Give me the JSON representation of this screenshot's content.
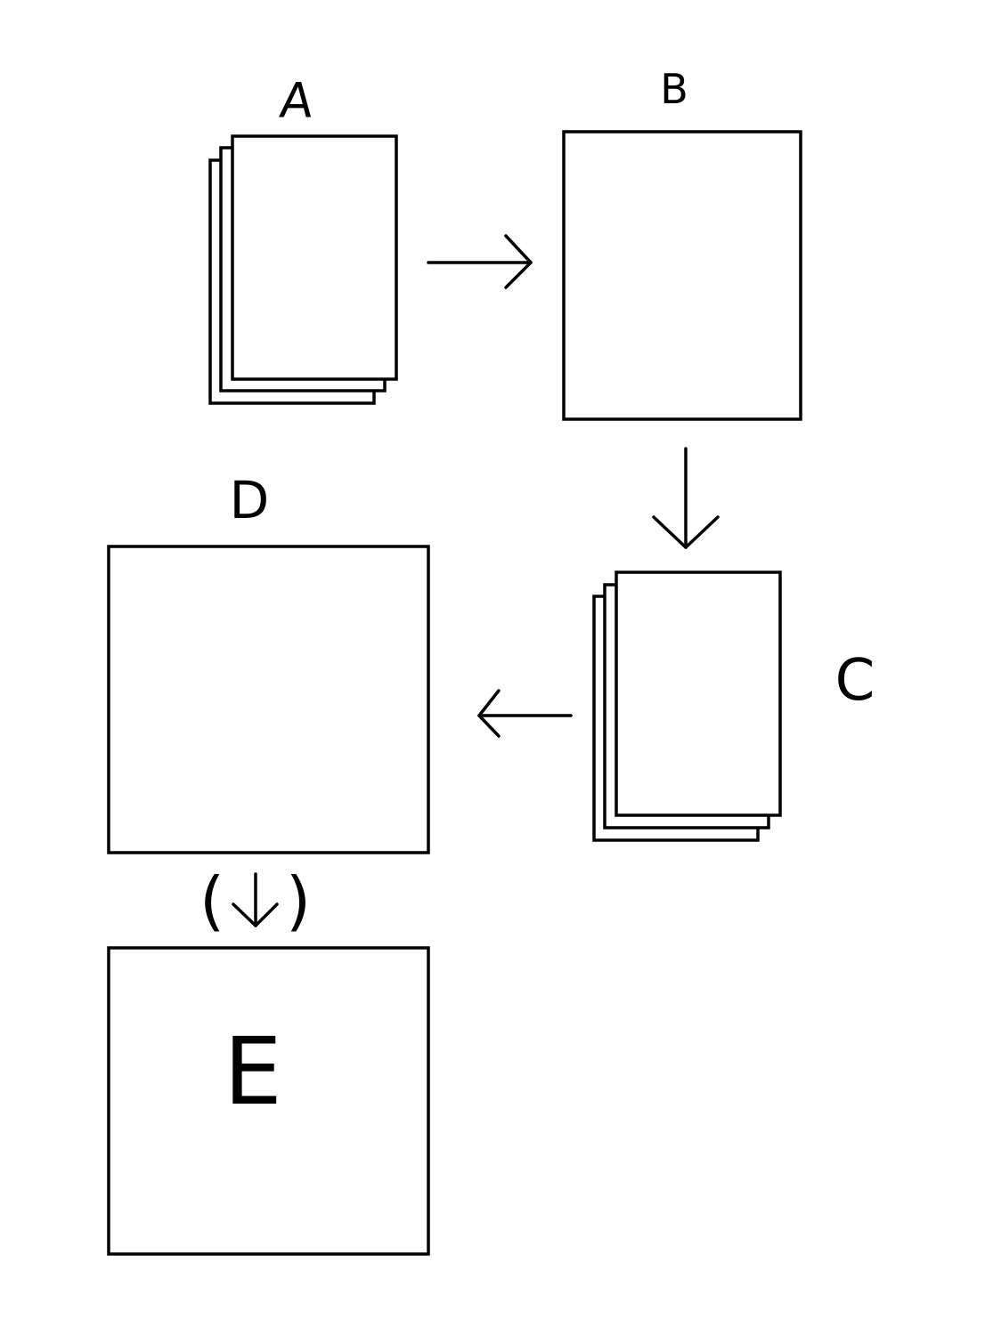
{
  "labels": {
    "a": "A",
    "b": "B",
    "c": "C",
    "d": "D",
    "e": "E",
    "optional_open": "(",
    "optional_close": ")"
  },
  "colors": {
    "stroke": "#000000",
    "background": "#ffffff"
  }
}
